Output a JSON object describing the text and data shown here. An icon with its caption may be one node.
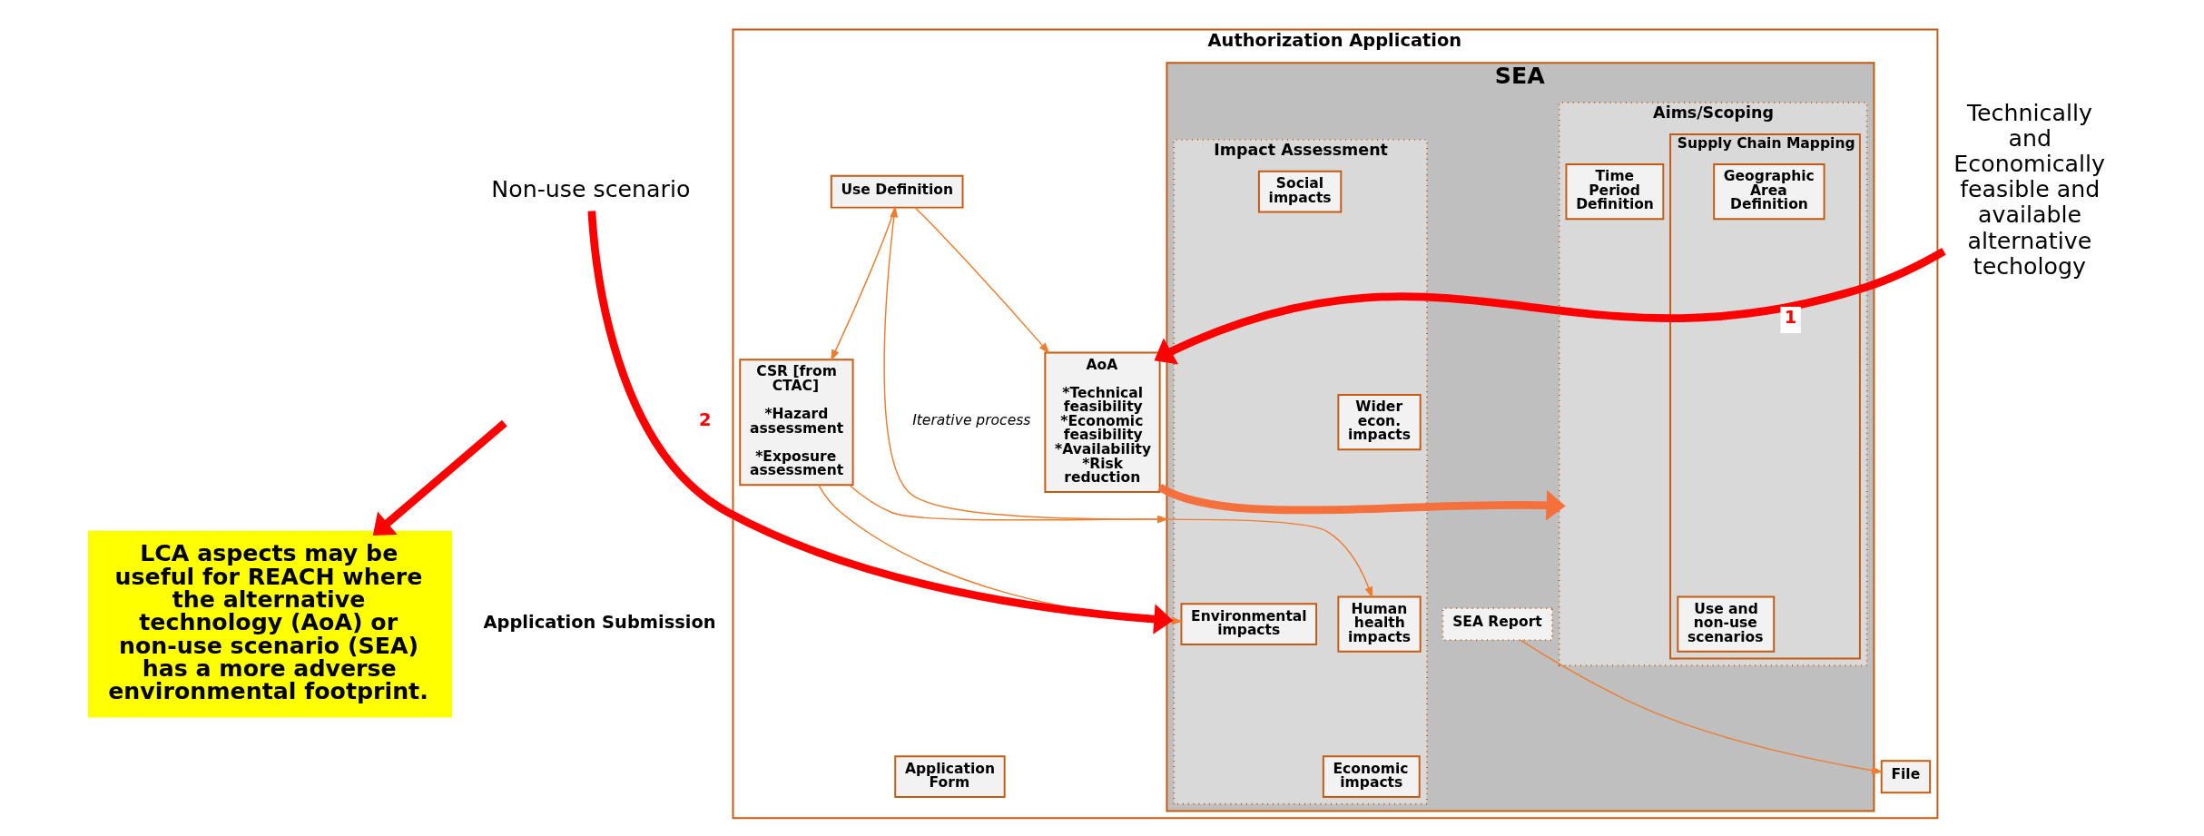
{
  "diagram": {
    "nodes": [
      {
        "text": [
          "Authorization Application"
        ]
      },
      {
        "text": [
          "Use Definition"
        ],
        "in": 0
      },
      {
        "text": [
          "AoA",
          "*Technical feasibility *Economic feasibility *Availability *Risk reduction"
        ],
        "in": 0
      },
      {
        "text": [
          "CSR [from CTAC]",
          "*Hazard assessment",
          "*Exposure assessment"
        ],
        "in": 0
      },
      {
        "text": [
          "SEA"
        ],
        "in": 0
      },
      {
        "text": [
          "Aims/Scoping"
        ],
        "in": 4
      },
      {
        "text": [
          "Supply Chain Mapping"
        ],
        "in": 5
      },
      {
        "text": [
          "Use and non-use scenarios"
        ],
        "in": 6
      },
      {
        "text": [
          "Geographic Area Definition"
        ],
        "in": 6
      },
      {
        "text": [
          "Time Period Definition"
        ],
        "in": 5
      },
      {
        "text": [
          "Impact Assessment"
        ],
        "in": 4
      },
      {
        "text": [
          "Economic impacts"
        ],
        "in": 10
      },
      {
        "text": [
          "Social impacts"
        ],
        "in": 10
      },
      {
        "text": [
          "Wider econ. impacts"
        ],
        "in": 10
      },
      {
        "text": [
          "Human health impacts"
        ],
        "in": 10
      },
      {
        "text": [
          "Environmental impacts"
        ],
        "in": 10
      },
      {
        "text": [
          "SEA Report"
        ],
        "in": 4
      },
      {
        "text": [
          "Application Form"
        ],
        "in": 0
      },
      {
        "text": [
          "File"
        ],
        "in": 0
      },
      {
        "text": [
          "Technically and Economically feasible and available alternative techology"
        ]
      },
      {
        "text": [
          "Non-use scenario"
        ]
      },
      {
        "text": [
          "LCA aspects may be useful for REACH where the alternative technology (AoA) or non-use scenario (SEA) has a more adverse environmental footprint."
        ]
      }
    ],
    "edges": [
      {
        "from": 1,
        "to": 2,
        "arrow": "to"
      },
      {
        "from": 1,
        "to": 3,
        "arrow": "to"
      },
      {
        "from": 1,
        "to": 4,
        "arrow": "both",
        "label": "Iterative process"
      },
      {
        "from": 2,
        "to": 5,
        "arrow": "to",
        "style": "thick",
        "color": "#f4703c"
      },
      {
        "from": 3,
        "to": 14,
        "arrow": "to"
      },
      {
        "from": 3,
        "to": 15,
        "arrow": "to"
      },
      {
        "from": 16,
        "to": 18,
        "arrow": "to"
      },
      {
        "from": 19,
        "to": 2,
        "arrow": "to",
        "style": "thick",
        "color": "#ff0000",
        "label": "1"
      },
      {
        "from": 20,
        "to": 4,
        "arrow": "to",
        "style": "thick",
        "color": "#ff0000",
        "label": "2"
      },
      {
        "from": null,
        "to": 21,
        "arrow": "to",
        "style": "thick",
        "color": "#ff0000"
      }
    ],
    "labels": [
      "Application Submission"
    ]
  }
}
